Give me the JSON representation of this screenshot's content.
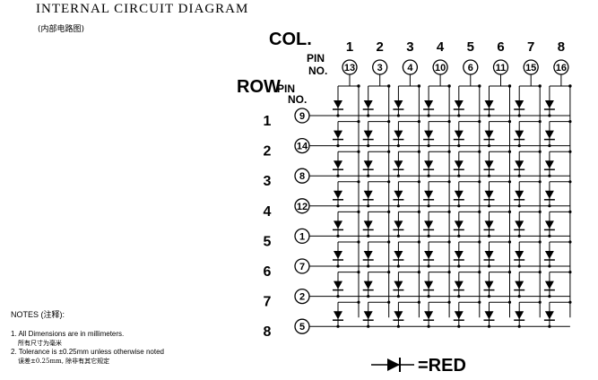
{
  "title": "INTERNAL CIRCUIT DIAGRAM",
  "subtitle": "(内部电路图)",
  "col_label": "COL.",
  "row_label": "ROW",
  "pin_no_label": {
    "line1": "PIN",
    "line2": "NO."
  },
  "columns": [
    {
      "number": "1",
      "pin": "13"
    },
    {
      "number": "2",
      "pin": "3"
    },
    {
      "number": "3",
      "pin": "4"
    },
    {
      "number": "4",
      "pin": "10"
    },
    {
      "number": "5",
      "pin": "6"
    },
    {
      "number": "6",
      "pin": "11"
    },
    {
      "number": "7",
      "pin": "15"
    },
    {
      "number": "8",
      "pin": "16"
    }
  ],
  "rows": [
    {
      "number": "1",
      "pin": "9"
    },
    {
      "number": "2",
      "pin": "14"
    },
    {
      "number": "3",
      "pin": "8"
    },
    {
      "number": "4",
      "pin": "12"
    },
    {
      "number": "5",
      "pin": "1"
    },
    {
      "number": "6",
      "pin": "7"
    },
    {
      "number": "7",
      "pin": "2"
    },
    {
      "number": "8",
      "pin": "5"
    }
  ],
  "legend": {
    "icon": "led-diode-symbol",
    "label": "=RED"
  },
  "notes": {
    "heading": "NOTES (注释):",
    "items": [
      {
        "en": "1. All Dimensions are in millimeters.",
        "cn": "所有尺寸为毫米"
      },
      {
        "en": "2. Tolerance is ±0.25mm unless otherwise noted",
        "cn": "误差±0.25mm, 除非有其它规定"
      }
    ]
  }
}
